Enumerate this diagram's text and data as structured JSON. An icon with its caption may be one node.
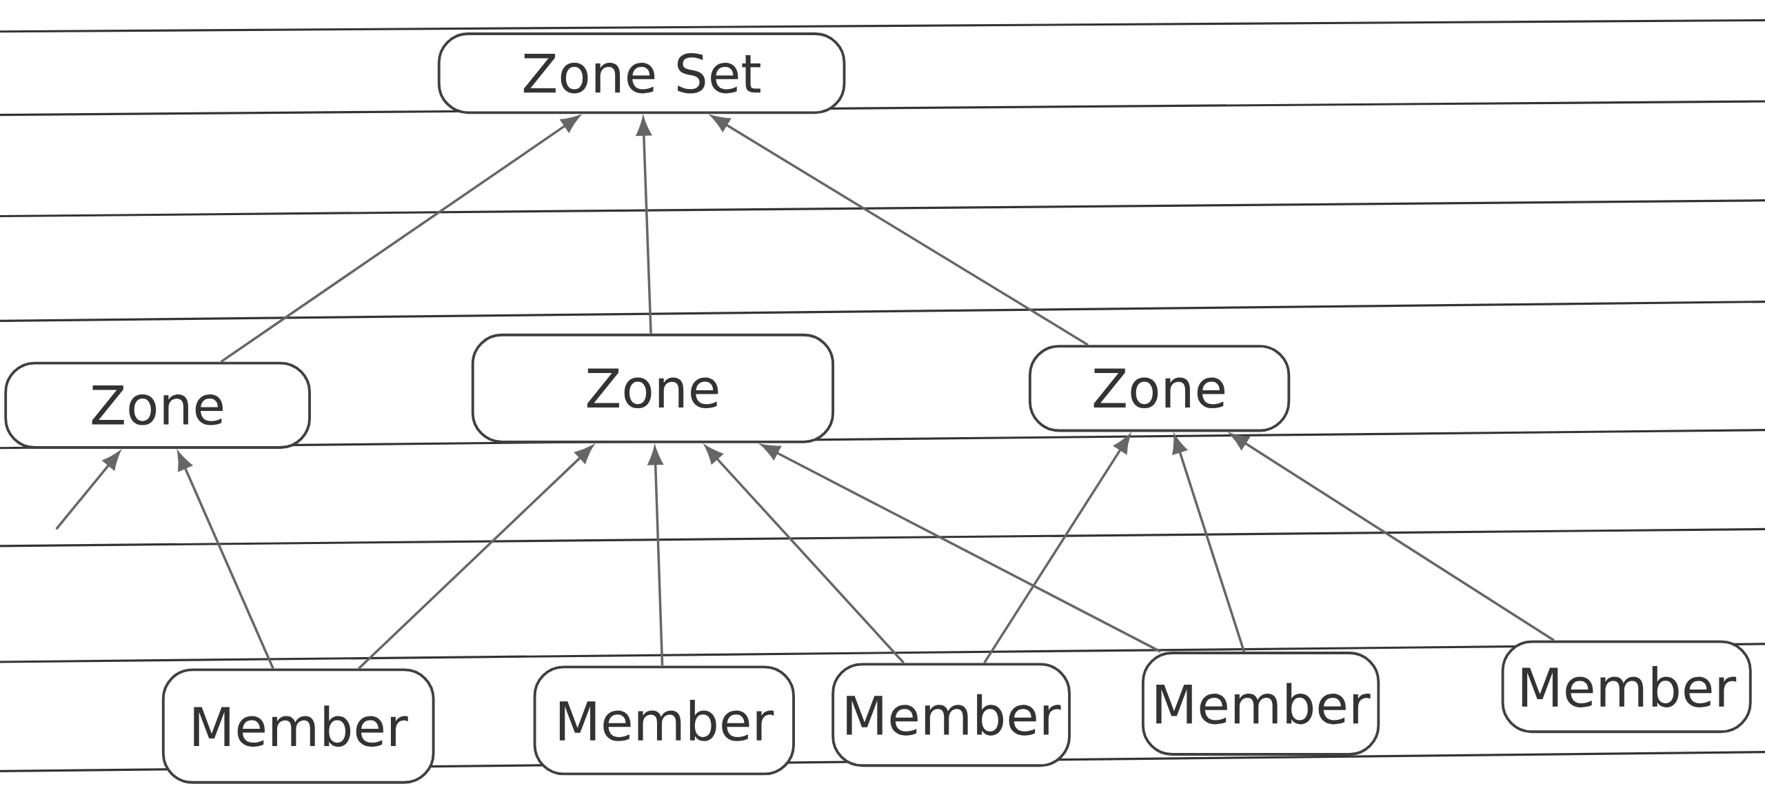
{
  "diagram": {
    "nodes": [
      {
        "text": [
          "Zone Set"
        ]
      },
      {
        "text": [
          "Zone"
        ]
      },
      {
        "text": [
          "Zone"
        ]
      },
      {
        "text": [
          "Zone"
        ]
      },
      {
        "text": [
          "Member"
        ]
      },
      {
        "text": [
          "Member"
        ]
      },
      {
        "text": [
          "Member"
        ]
      },
      {
        "text": [
          "Member"
        ]
      },
      {
        "text": [
          "Member"
        ]
      }
    ],
    "edges": [
      {
        "from": 1,
        "to": 0,
        "arrow": "to"
      },
      {
        "from": 2,
        "to": 0,
        "arrow": "to"
      },
      {
        "from": 3,
        "to": 0,
        "arrow": "to"
      },
      {
        "from": null,
        "to": 1,
        "arrow": "to"
      },
      {
        "from": 4,
        "to": 1,
        "arrow": "to"
      },
      {
        "from": 4,
        "to": 2,
        "arrow": "to"
      },
      {
        "from": 5,
        "to": 2,
        "arrow": "to"
      },
      {
        "from": 6,
        "to": 2,
        "arrow": "to"
      },
      {
        "from": 7,
        "to": 2,
        "arrow": "to"
      },
      {
        "from": 6,
        "to": 3,
        "arrow": "to"
      },
      {
        "from": 7,
        "to": 3,
        "arrow": "to"
      },
      {
        "from": 8,
        "to": 3,
        "arrow": "to"
      }
    ]
  }
}
